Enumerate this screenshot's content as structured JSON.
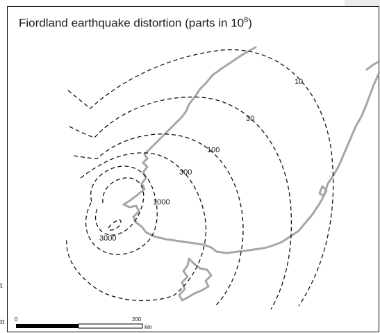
{
  "map": {
    "title": "Fiordland earthquake distortion (parts in 10",
    "title_exponent": "8",
    "title_close": ")",
    "contour_labels": [
      "10",
      "30",
      "100",
      "300",
      "1000",
      "3000"
    ],
    "scale": {
      "start_label": "0",
      "end_label": "200",
      "unit": "km",
      "value_km": 200
    },
    "colors": {
      "coastline": "#a6a6a6",
      "contour": "#111111",
      "frame": "#000000"
    }
  },
  "page": {
    "left_clip_text_1": "t",
    "left_clip_text_2": "n"
  }
}
